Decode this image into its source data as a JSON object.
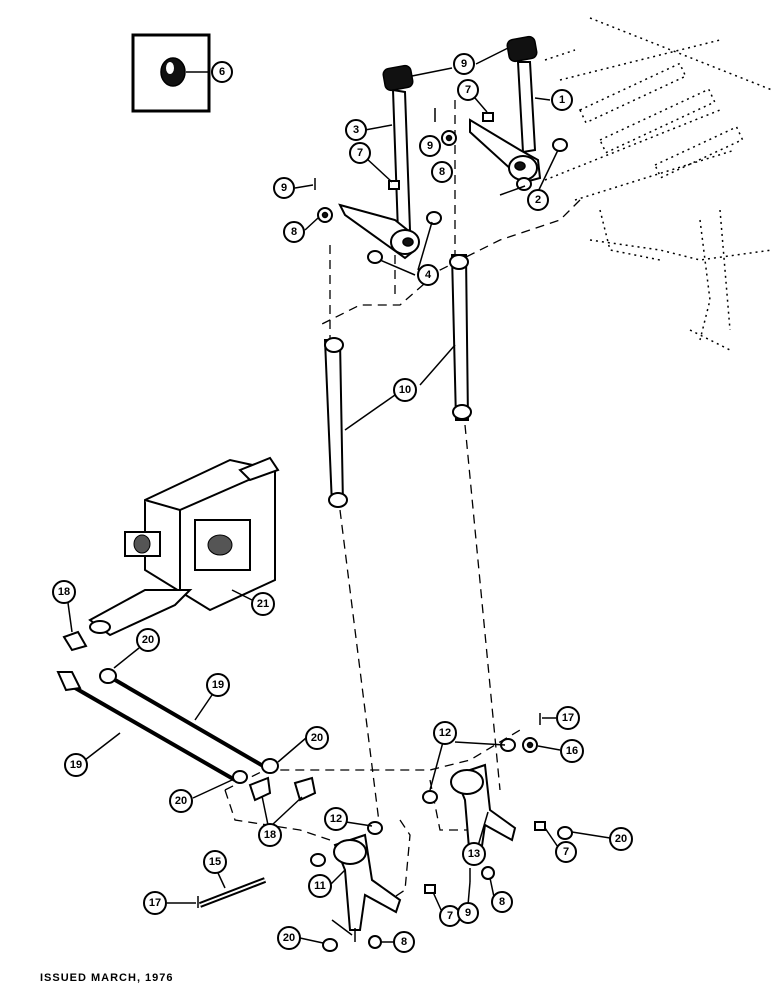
{
  "footer": {
    "issued": "ISSUED MARCH, 1976"
  },
  "callouts": [
    {
      "id": "c-6",
      "label": "6"
    },
    {
      "id": "c-9a",
      "label": "9"
    },
    {
      "id": "c-1",
      "label": "1"
    },
    {
      "id": "c-7a",
      "label": "7"
    },
    {
      "id": "c-3",
      "label": "3"
    },
    {
      "id": "c-9b",
      "label": "9"
    },
    {
      "id": "c-7b",
      "label": "7"
    },
    {
      "id": "c-8a",
      "label": "8"
    },
    {
      "id": "c-2",
      "label": "2"
    },
    {
      "id": "c-9c",
      "label": "9"
    },
    {
      "id": "c-8b",
      "label": "8"
    },
    {
      "id": "c-4",
      "label": "4"
    },
    {
      "id": "c-10",
      "label": "10"
    },
    {
      "id": "c-18a",
      "label": "18"
    },
    {
      "id": "c-21",
      "label": "21"
    },
    {
      "id": "c-20a",
      "label": "20"
    },
    {
      "id": "c-19a",
      "label": "19"
    },
    {
      "id": "c-19b",
      "label": "19"
    },
    {
      "id": "c-20b",
      "label": "20"
    },
    {
      "id": "c-20c",
      "label": "20"
    },
    {
      "id": "c-18b",
      "label": "18"
    },
    {
      "id": "c-12a",
      "label": "12"
    },
    {
      "id": "c-17a",
      "label": "17"
    },
    {
      "id": "c-16",
      "label": "16"
    },
    {
      "id": "c-12b",
      "label": "12"
    },
    {
      "id": "c-13",
      "label": "13"
    },
    {
      "id": "c-20d",
      "label": "20"
    },
    {
      "id": "c-7c",
      "label": "7"
    },
    {
      "id": "c-11",
      "label": "11"
    },
    {
      "id": "c-15",
      "label": "15"
    },
    {
      "id": "c-17b",
      "label": "17"
    },
    {
      "id": "c-7d",
      "label": "7"
    },
    {
      "id": "c-9d",
      "label": "9"
    },
    {
      "id": "c-8c",
      "label": "8"
    },
    {
      "id": "c-20e",
      "label": "20"
    },
    {
      "id": "c-8d",
      "label": "8"
    }
  ]
}
